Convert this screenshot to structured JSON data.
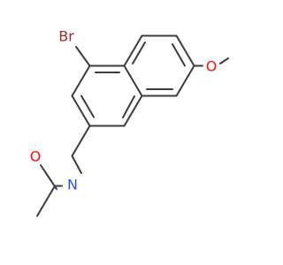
{
  "molecule": {
    "atom_labels": {
      "bromine": "Br",
      "methoxy_oxygen": "O",
      "amide_nitrogen": "N",
      "carbonyl_oxygen": "O"
    },
    "colors": {
      "bond": "#3c3c3c",
      "bromine": "#a62929",
      "oxygen": "#ff0d0d",
      "nitrogen": "#3050f8"
    }
  }
}
